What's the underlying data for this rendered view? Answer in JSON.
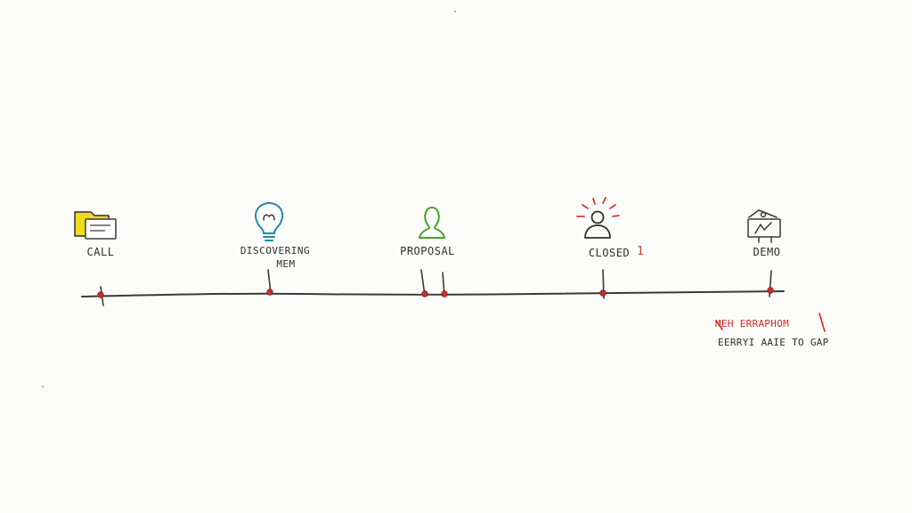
{
  "stages": [
    {
      "label": "CALL",
      "icon": "folder-icon",
      "color": "#e8d21a"
    },
    {
      "label": "DISCOVERING",
      "label2": "MEM",
      "icon": "lightbulb-icon",
      "color": "#1f8aa8"
    },
    {
      "label": "PROPOSAL",
      "icon": "person-icon",
      "color": "#4aa02c"
    },
    {
      "label": "CLOSED",
      "count": "1",
      "icon": "alert-person-icon",
      "color": "#d23a2e"
    },
    {
      "label": "DEMO",
      "icon": "presentation-icon",
      "color": "#3a3a3a"
    }
  ],
  "note": {
    "line1": "MEH ERRAPHOM",
    "line2": "EERRYI AAIE TO GAP"
  },
  "colors": {
    "timeline": "#3a3a3a",
    "marker": "#c62f2a",
    "accent_red": "#d23a2e"
  }
}
